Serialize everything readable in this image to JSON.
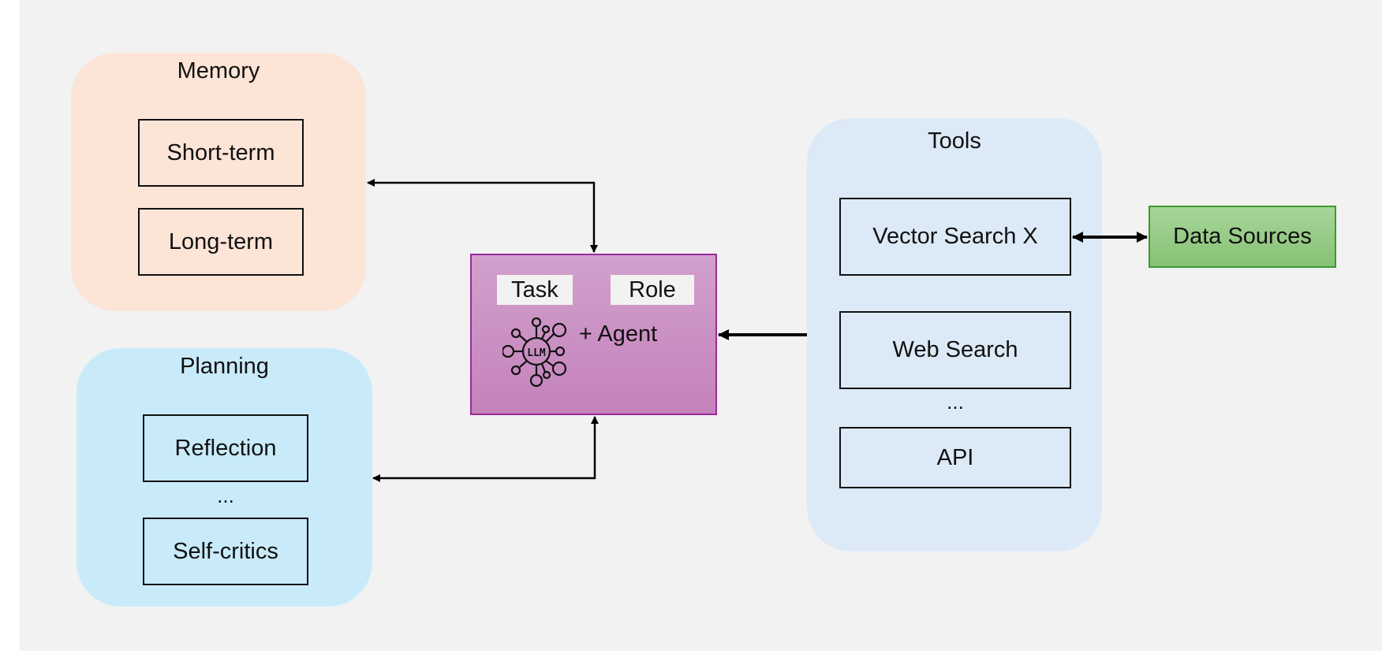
{
  "memory": {
    "title": "Memory",
    "items": [
      "Short-term",
      "Long-term"
    ]
  },
  "planning": {
    "title": "Planning",
    "items": [
      "Reflection",
      "Self-critics"
    ],
    "ellipsis": "..."
  },
  "agent": {
    "task_label": "Task",
    "role_label": "Role",
    "agent_label": "+ Agent",
    "icon_text": "LLM",
    "icon": "llm-network-icon"
  },
  "tools": {
    "title": "Tools",
    "items": [
      "Vector Search X",
      "Web Search",
      "API"
    ],
    "ellipsis": "..."
  },
  "data_sources": {
    "label": "Data Sources"
  },
  "colors": {
    "memory_bg": "#fce4d6",
    "planning_bg": "#c9ebf9",
    "tools_bg": "#dce9f6",
    "agent_fill": "#c88cc0",
    "agent_border": "#9b2b9b",
    "data_sources_fill": "#93c983",
    "data_sources_border": "#3d9a2e",
    "canvas_bg": "#f2f2f2"
  }
}
